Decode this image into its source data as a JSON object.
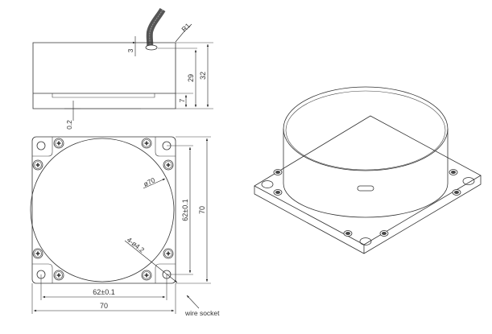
{
  "drawing": {
    "side_view": {
      "dimensions": {
        "wire_offset": "3",
        "radius": "R1",
        "body_height": "29",
        "total_height": "32",
        "base_height": "7",
        "gap": "0.2"
      }
    },
    "top_view": {
      "dimensions": {
        "diameter": "ø70",
        "holes": "4-ø4.2",
        "hole_spacing_vertical": "62±0.1",
        "overall_vertical": "70",
        "hole_spacing_horizontal": "62±0.1",
        "overall_horizontal": "70"
      },
      "callouts": {
        "wire_socket": "wire socket"
      }
    },
    "iso_view": {
      "label": ""
    }
  }
}
